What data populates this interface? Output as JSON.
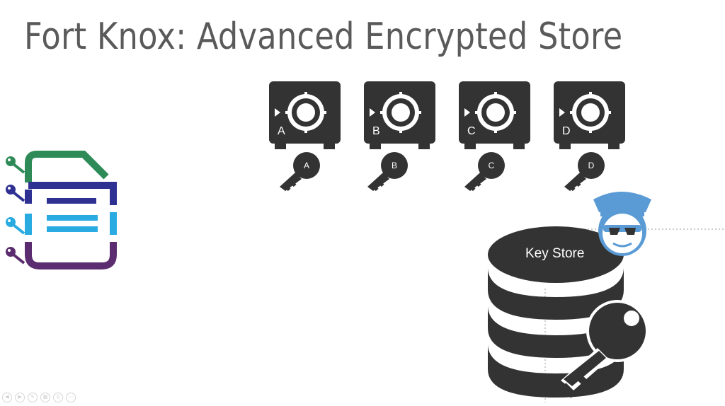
{
  "slide": {
    "title": "Fort Knox: Advanced Encrypted Store"
  },
  "safes": [
    {
      "label": "A",
      "key_label": "A"
    },
    {
      "label": "B",
      "key_label": "B"
    },
    {
      "label": "C",
      "key_label": "C"
    },
    {
      "label": "D",
      "key_label": "D"
    }
  ],
  "key_store": {
    "label": "Key Store"
  },
  "document": {
    "key_colors": [
      "#2e8b57",
      "#2e3192",
      "#29abe2",
      "#5b2c6f"
    ]
  },
  "icons": {
    "safe": "safe-icon",
    "key": "key-icon",
    "document": "encrypted-document-icon",
    "guard": "police-officer-icon",
    "database": "database-icon"
  },
  "navigation": {
    "buttons": [
      "prev",
      "next",
      "pen",
      "slides",
      "zoom",
      "more"
    ]
  },
  "colors": {
    "dark": "#333333",
    "guard_blue": "#5b9bd5",
    "title": "#5a5a5a"
  }
}
